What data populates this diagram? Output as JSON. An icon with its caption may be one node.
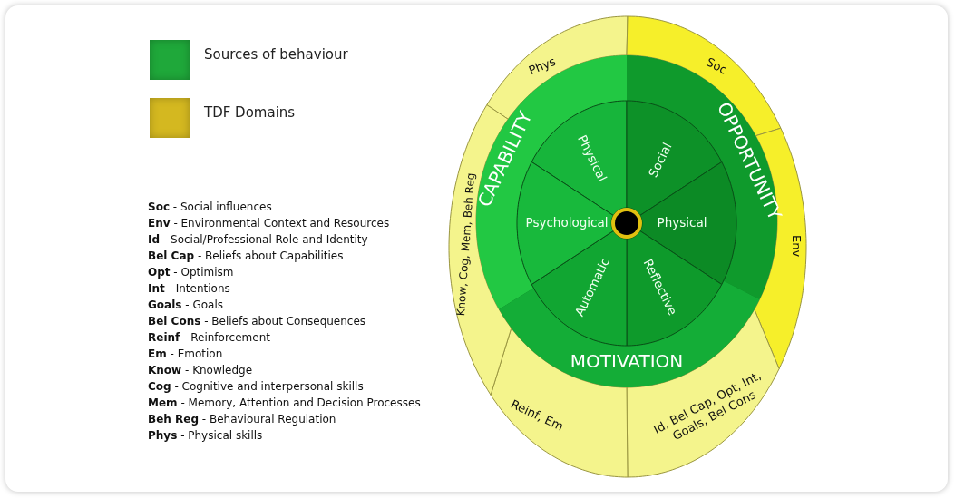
{
  "diagram": {
    "nodes": [
      {
        "text": [
          "Phys"
        ]
      },
      {
        "text": [
          "Soc"
        ]
      },
      {
        "text": [
          "Env"
        ]
      },
      {
        "text": [
          "Id, Bel Cap, Opt, Int, Goals, Bel Cons"
        ]
      },
      {
        "text": [
          "Reinf, Em"
        ]
      },
      {
        "text": [
          "Know, Cog, Mem, Beh Reg"
        ]
      },
      {
        "text": [
          "CAPABILITY"
        ]
      },
      {
        "text": [
          "OPPORTUNITY"
        ]
      },
      {
        "text": [
          "MOTIVATION"
        ]
      },
      {
        "text": [
          "Physical"
        ]
      },
      {
        "text": [
          "Social"
        ]
      },
      {
        "text": [
          "Physical"
        ]
      },
      {
        "text": [
          "Reflective"
        ]
      },
      {
        "text": [
          "Automatic"
        ]
      },
      {
        "text": [
          "Psychological"
        ]
      }
    ],
    "labels": [
      "**Soc** - Social influences",
      "**Env** - Environmental Context and Resources",
      "**Id** - Social/Professional Role and Identity",
      "**Bel Cap** - Beliefs about Capabilities",
      "**Opt** - Optimism",
      "**Int** - Intentions",
      "**Goals** - Goals",
      "**Bel Cons** - Beliefs about Consequences",
      "**Reinf** - Reinforcement",
      "**Em** - Emotion",
      "**Know** - Knowledge",
      "**Cog** - Cognitive and interpersonal skills",
      "**Mem** - Memory, Attention and Decision Processes",
      "**Beh Reg** - Behavioural Regulation",
      "**Phys** - Physical skills"
    ],
    "legend": [
      {
        "text": "Sources of behaviour",
        "color": "#1fa83a"
      },
      {
        "text": "TDF Domains",
        "color": "#d4b820"
      }
    ]
  }
}
